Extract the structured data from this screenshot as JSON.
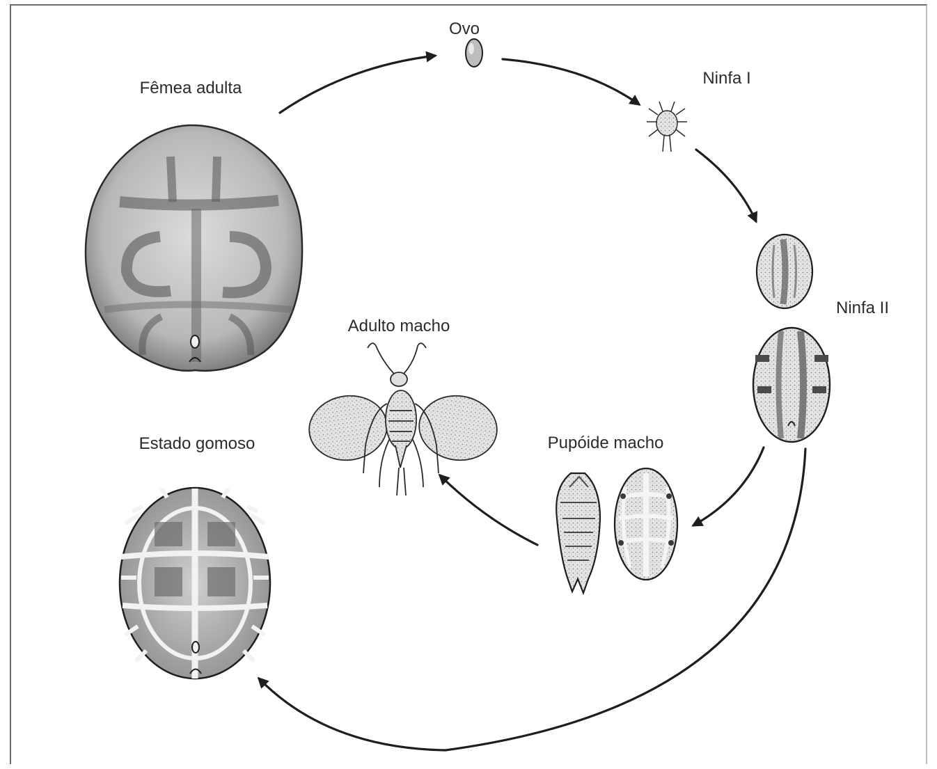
{
  "diagram": {
    "stages": {
      "ovo": "Ovo",
      "ninfa_1": "Ninfa I",
      "ninfa_2": "Ninfa II",
      "femea_adulta": "Fêmea adulta",
      "estado_gomoso": "Estado gomoso",
      "adulto_macho": "Adulto macho",
      "pupoide_macho": "Pupóide macho"
    },
    "colors": {
      "ink": "#1e1e1e",
      "shade": "#8a8a8a",
      "body_fill": "#d4d4d4",
      "background": "#ffffff"
    },
    "icons": [
      "egg-icon",
      "nymph-1-icon",
      "nymph-2-icon",
      "adult-female-icon",
      "gummy-stage-icon",
      "adult-male-icon",
      "male-pupoid-icon"
    ]
  }
}
